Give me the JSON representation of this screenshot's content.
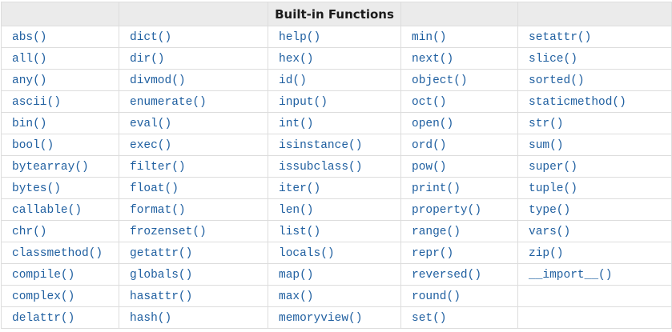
{
  "table": {
    "title": "Built-in Functions",
    "rows": [
      [
        "abs()",
        "dict()",
        "help()",
        "min()",
        "setattr()"
      ],
      [
        "all()",
        "dir()",
        "hex()",
        "next()",
        "slice()"
      ],
      [
        "any()",
        "divmod()",
        "id()",
        "object()",
        "sorted()"
      ],
      [
        "ascii()",
        "enumerate()",
        "input()",
        "oct()",
        "staticmethod()"
      ],
      [
        "bin()",
        "eval()",
        "int()",
        "open()",
        "str()"
      ],
      [
        "bool()",
        "exec()",
        "isinstance()",
        "ord()",
        "sum()"
      ],
      [
        "bytearray()",
        "filter()",
        "issubclass()",
        "pow()",
        "super()"
      ],
      [
        "bytes()",
        "float()",
        "iter()",
        "print()",
        "tuple()"
      ],
      [
        "callable()",
        "format()",
        "len()",
        "property()",
        "type()"
      ],
      [
        "chr()",
        "frozenset()",
        "list()",
        "range()",
        "vars()"
      ],
      [
        "classmethod()",
        "getattr()",
        "locals()",
        "repr()",
        "zip()"
      ],
      [
        "compile()",
        "globals()",
        "map()",
        "reversed()",
        "__import__()"
      ],
      [
        "complex()",
        "hasattr()",
        "max()",
        "round()",
        ""
      ],
      [
        "delattr()",
        "hash()",
        "memoryview()",
        "set()",
        ""
      ]
    ]
  },
  "colors": {
    "function_link_text": "#1f5fa0",
    "header_background": "#ebebeb",
    "header_text": "#1b1b1b",
    "cell_border": "#dddddd",
    "body_background": "#ffffff"
  }
}
